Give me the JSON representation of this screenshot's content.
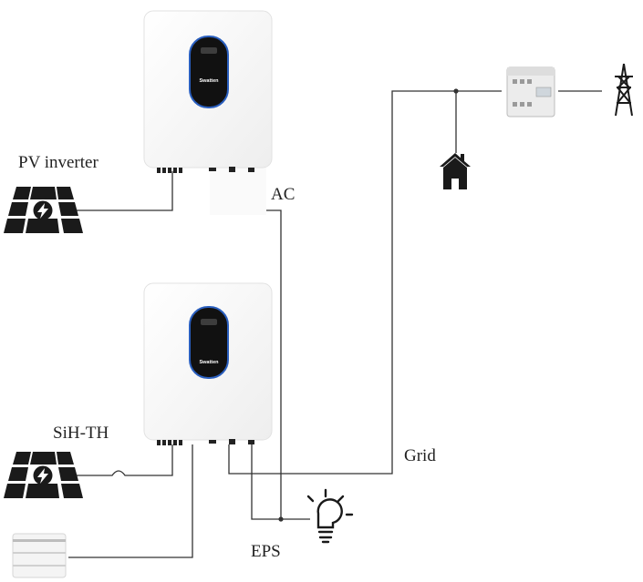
{
  "labels": {
    "pv_inverter": "PV inverter",
    "ac": "AC",
    "hybrid_inverter": "SiH-TH",
    "grid": "Grid",
    "eps": "EPS"
  },
  "devices": {
    "pv_inverter_brand": "Swatten",
    "hybrid_inverter_brand": "Swatten"
  },
  "icons": {
    "pv_inverter": "inverter-icon",
    "hybrid_inverter": "inverter-icon",
    "solar_panel_top": "solar-panel-icon",
    "solar_panel_bottom": "solar-panel-icon",
    "battery": "battery-icon",
    "house": "house-icon",
    "meter": "smart-meter-icon",
    "pylon": "power-pylon-icon",
    "bulb": "light-bulb-icon"
  },
  "colors": {
    "line": "#333333",
    "device_body": "#ffffff",
    "display": "#111111",
    "display_ring": "#2a5fbf",
    "icon": "#1a1a1a"
  }
}
